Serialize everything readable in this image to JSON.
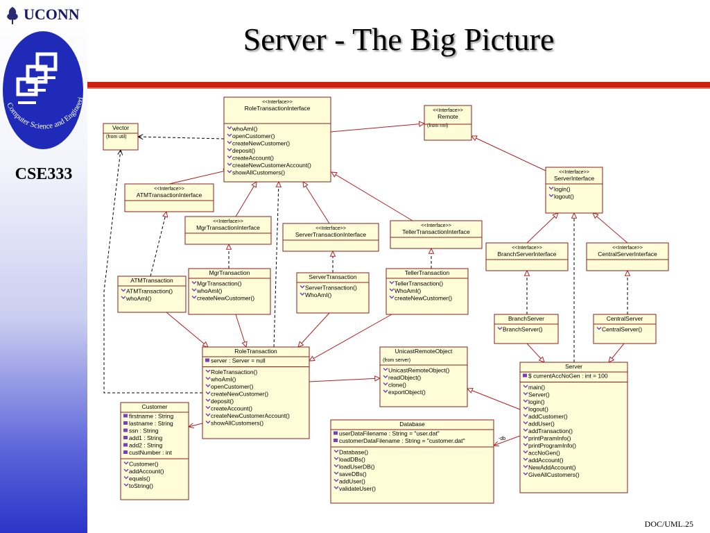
{
  "header": {
    "logo": "UCONN",
    "course": "CSE333",
    "arc_text": "Computer Science and Engineering"
  },
  "slide": {
    "title": "Server - The Big Picture",
    "footer": "DOC/UML.25"
  },
  "classes": {
    "role_ti": {
      "stereotype": "<<Interface>>",
      "name": "RoleTransactionInterface",
      "ops": [
        "whoAmI()",
        "openCustomer()",
        "createNewCustomer()",
        "deposit()",
        "createAccount()",
        "createNewCustomerAccount()",
        "showAllCustomers()"
      ]
    },
    "vector": {
      "name": "Vector",
      "from": "(from util)"
    },
    "remote": {
      "stereotype": "<<Interface>>",
      "name": "Remote",
      "from": "(from rmi)"
    },
    "server_if": {
      "stereotype": "<<Interface>>",
      "name": "ServerInterface",
      "ops": [
        "login()",
        "logout()"
      ]
    },
    "atm_ti": {
      "stereotype": "<<Interface>>",
      "name": "ATMTransactionInterface"
    },
    "mgr_ti": {
      "stereotype": "<<Interface>>",
      "name": "MgrTransactionInterface"
    },
    "server_ti": {
      "stereotype": "<<Interface>>",
      "name": "ServerTransactionInterface"
    },
    "teller_ti": {
      "stereotype": "<<Interface>>",
      "name": "TellerTransactionInterface"
    },
    "branch_si": {
      "stereotype": "<<Interface>>",
      "name": "BranchServerInterface"
    },
    "central_si": {
      "stereotype": "<<Interface>>",
      "name": "CentralServerInterface"
    },
    "atm_t": {
      "name": "ATMTransaction",
      "ops": [
        "ATMTransaction()",
        "whoAmI()"
      ]
    },
    "mgr_t": {
      "name": "MgrTransaction",
      "ops": [
        "MgrTransaction()",
        "whoAmI()",
        "createNewCustomer()"
      ]
    },
    "server_t": {
      "name": "ServerTransaction",
      "ops": [
        "ServerTransaction()",
        "WhoAmI()"
      ]
    },
    "teller_t": {
      "name": "TellerTransaction",
      "ops": [
        "TellerTransaction()",
        "WhoAmI()",
        "createNewCustomer()"
      ]
    },
    "branch_s": {
      "name": "BranchServer",
      "ops": [
        "BranchServer()"
      ]
    },
    "central_s": {
      "name": "CentralServer",
      "ops": [
        "CentralServer()"
      ]
    },
    "role_t": {
      "name": "RoleTransaction",
      "attrs": [
        "server : Server = null"
      ],
      "ops": [
        "RoleTransaction()",
        "whoAmI()",
        "openCustomer()",
        "createNewCustomer()",
        "deposit()",
        "createAccount()",
        "createNewCustomerAccount()",
        "showAllCustomers()"
      ]
    },
    "unicast": {
      "name": "UnicastRemoteObject",
      "from": "(from server)",
      "ops": [
        "UnicastRemoteObject()",
        "readObject()",
        "clone()",
        "exportObject()"
      ]
    },
    "server": {
      "name": "Server",
      "attrs": [
        "$ currentAccNoGen : int = 100"
      ],
      "ops": [
        "main()",
        "Server()",
        "login()",
        "logout()",
        "addCustomer()",
        "addUser()",
        "addTransaction()",
        "printParamInfo()",
        "printProgramInfo()",
        "accNoGen()",
        "addAccount()",
        "NewAddAccount()",
        "GiveAllCustomers()"
      ]
    },
    "customer": {
      "name": "Customer",
      "attrs": [
        "firstname : String",
        "lastname : String",
        "ssn : String",
        "add1 : String",
        "add2 : String",
        "custNumber : int"
      ],
      "ops": [
        "Customer()",
        "addAccount()",
        "equals()",
        "toString()"
      ]
    },
    "database": {
      "name": "Database",
      "attrs": [
        "userDataFilename : String = \"user.dat\"",
        "customerDataFilename : String = \"customer.dat\""
      ],
      "ops": [
        "Database()",
        "loadDBs()",
        "loadUserDB()",
        "saveDBs()",
        "addUser()",
        "validateUser()"
      ]
    }
  },
  "edge_labels": {
    "db_role": "-db"
  }
}
